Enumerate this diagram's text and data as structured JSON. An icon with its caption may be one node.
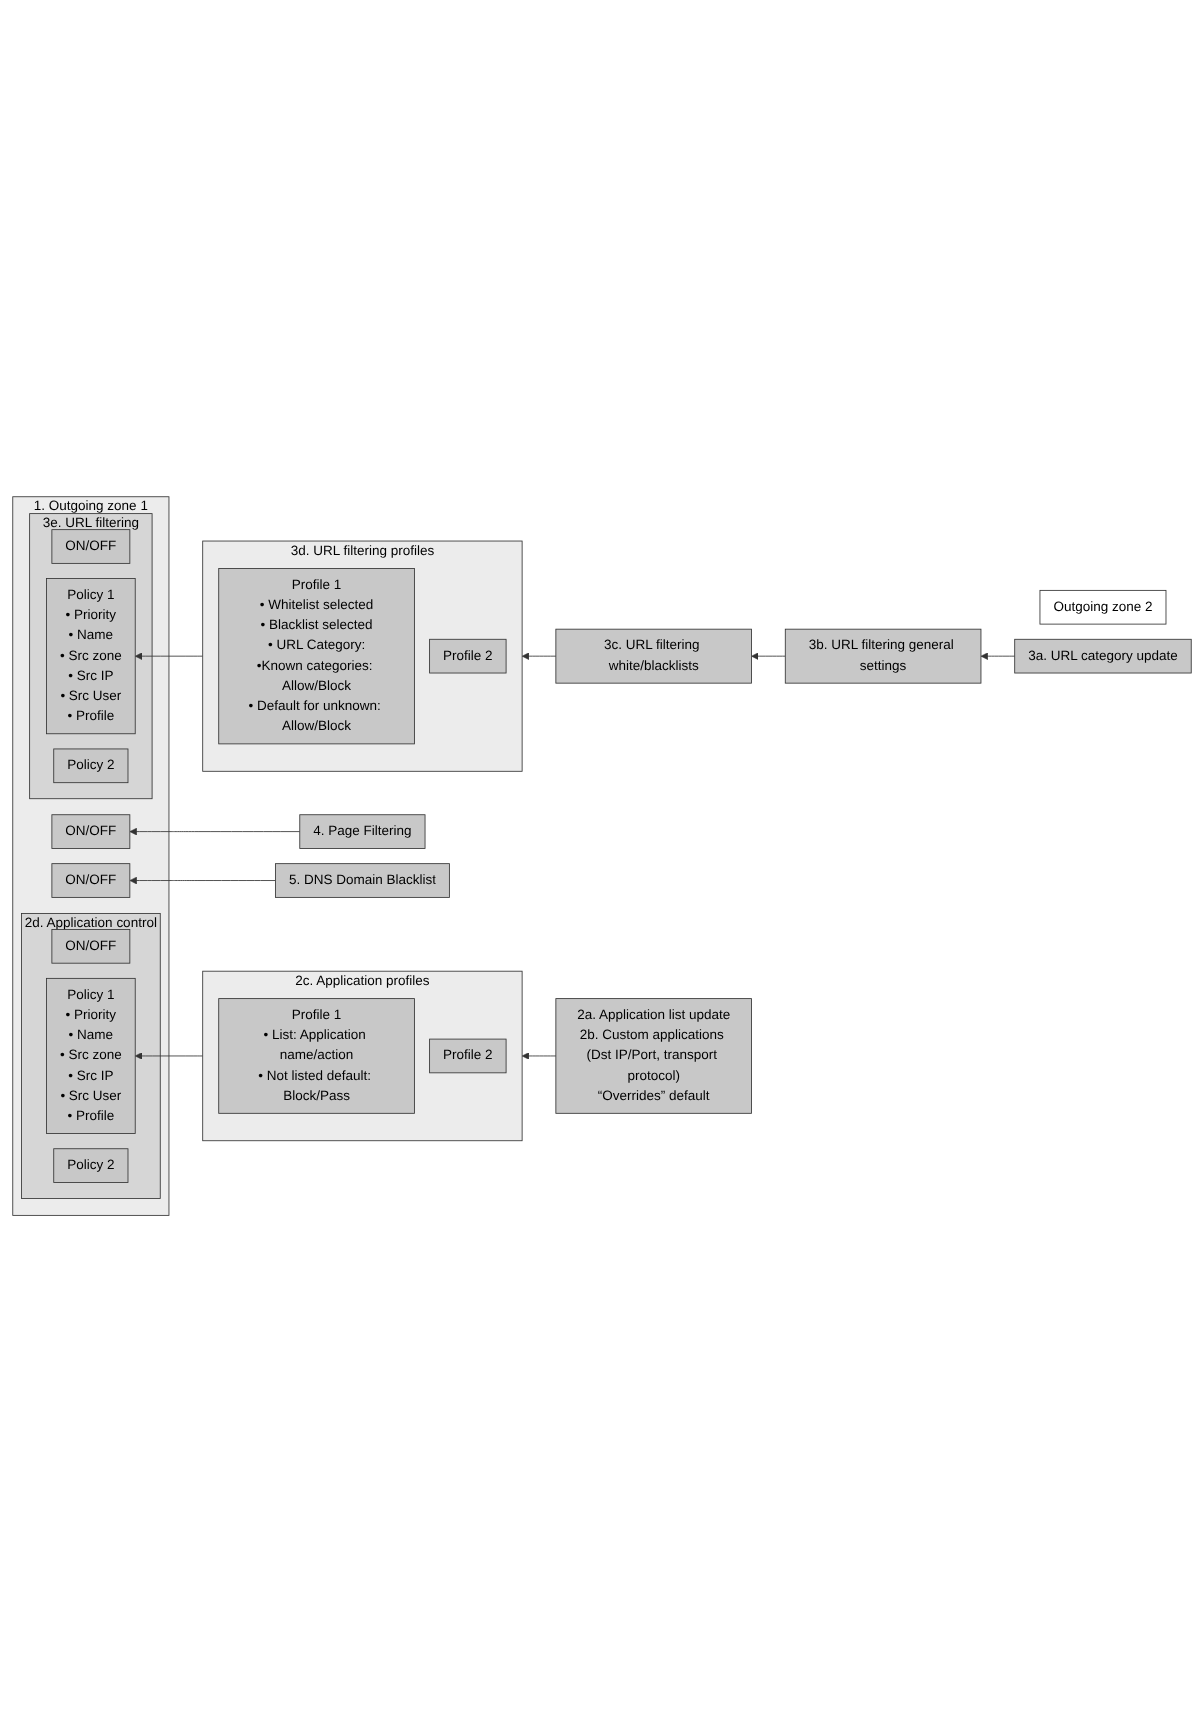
{
  "diagram": {
    "nodes": [
      {
        "text": [
          "1. Outgoing zone 1"
        ]
      },
      {
        "text": [
          "2d. Application control"
        ],
        "in": 0
      },
      {
        "text": [
          "ON/OFF"
        ],
        "in": 1
      },
      {
        "text": [
          "Policy 1",
          "• Priority",
          "• Name",
          "• Src zone",
          "• Src IP",
          "• Src User",
          "• Profile"
        ],
        "in": 1
      },
      {
        "text": [
          "Policy 2"
        ],
        "in": 1
      },
      {
        "text": [
          "3e. URL filtering"
        ],
        "in": 0
      },
      {
        "text": [
          "ON/OFF"
        ],
        "in": 5
      },
      {
        "text": [
          "Policy 1",
          "• Priority",
          "• Name",
          "• Src zone",
          "• Src IP",
          "• Src User",
          "• Profile"
        ],
        "in": 5
      },
      {
        "text": [
          "Policy 2"
        ],
        "in": 5
      },
      {
        "text": [
          "ON/OFF"
        ],
        "in": 0
      },
      {
        "text": [
          "ON/OFF"
        ],
        "in": 0
      },
      {
        "text": [
          "Outgoing zone 2"
        ]
      },
      {
        "text": [
          "2a. Application list update",
          "2b. Custom applications (Dst IP/Port, transport protocol)",
          "“Overrides” default"
        ]
      },
      {
        "text": [
          "2c. Application profiles"
        ]
      },
      {
        "text": [
          "Profile 1",
          "• List: Application name/action",
          "• Not listed default: Block/Pass"
        ],
        "in": 13
      },
      {
        "text": [
          "Profile 2"
        ],
        "in": 13
      },
      {
        "text": [
          "3a. URL category update"
        ]
      },
      {
        "text": [
          "3b. URL filtering general settings"
        ]
      },
      {
        "text": [
          "3c. URL filtering white/blacklists"
        ]
      },
      {
        "text": [
          "3d. URL filtering profiles"
        ]
      },
      {
        "text": [
          "Profile 1",
          "• Whitelist selected",
          "• Blacklist selected",
          "• URL Category:",
          "•Known categories: Allow/Block",
          "• Default for unknown: Allow/Block"
        ],
        "in": 19
      },
      {
        "text": [
          "Profile 2"
        ],
        "in": 19
      },
      {
        "text": [
          "4. Page Filtering"
        ]
      },
      {
        "text": [
          "5. DNS Domain Blacklist"
        ]
      }
    ],
    "edges": [
      {
        "from": 12,
        "to": 13,
        "arrow": "to"
      },
      {
        "from": 13,
        "to": 3,
        "arrow": "to"
      },
      {
        "from": 16,
        "to": 17,
        "arrow": "to"
      },
      {
        "from": 17,
        "to": 18,
        "arrow": "to"
      },
      {
        "from": 18,
        "to": 19,
        "arrow": "to"
      },
      {
        "from": 19,
        "to": 7,
        "arrow": "to"
      },
      {
        "from": 22,
        "to": 9,
        "arrow": "to"
      },
      {
        "from": 23,
        "to": 10,
        "arrow": "to"
      }
    ]
  }
}
